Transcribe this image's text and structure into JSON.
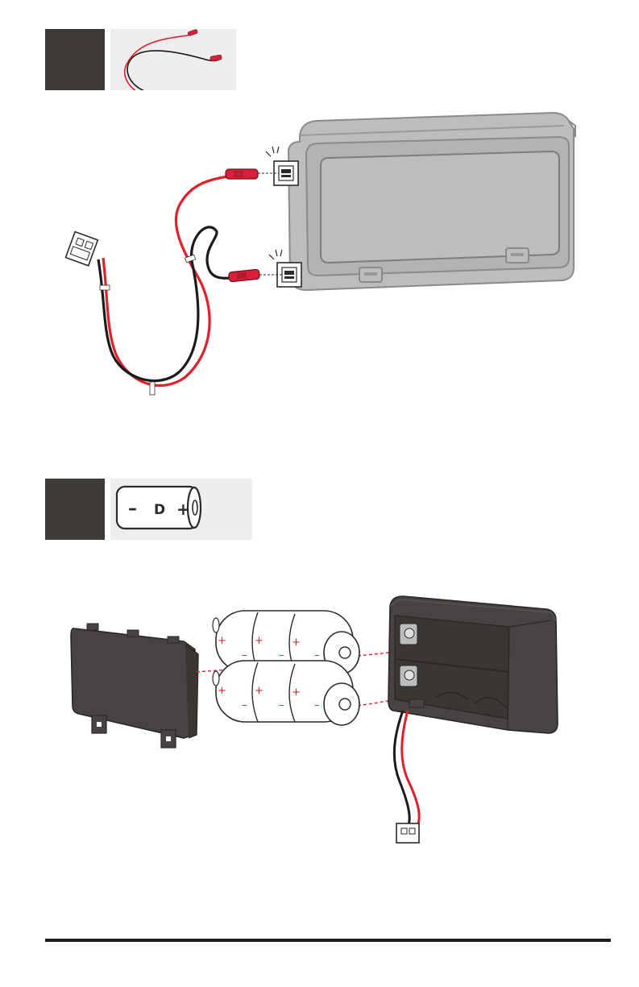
{
  "battery_thumbnail": {
    "minus_sign": "–",
    "size_label": "D",
    "plus_sign": "+"
  },
  "battery_cells": [
    {
      "plus": "+",
      "minus": "–"
    },
    {
      "plus": "+",
      "minus": "–"
    },
    {
      "plus": "+",
      "minus": "–"
    }
  ],
  "colors": {
    "step_box": "#3d3a38",
    "thumbnail_bg": "#eeeeee",
    "wire_red": "#e3202a",
    "wire_black": "#1b1b1b",
    "connector_red": "#d8203a",
    "housing_gray": "#bdbdbd",
    "housing_dark": "#474342"
  },
  "icons": [
    "wire-harness-icon",
    "d-battery-icon",
    "light-housing-illustration",
    "battery-box-illustration"
  ]
}
